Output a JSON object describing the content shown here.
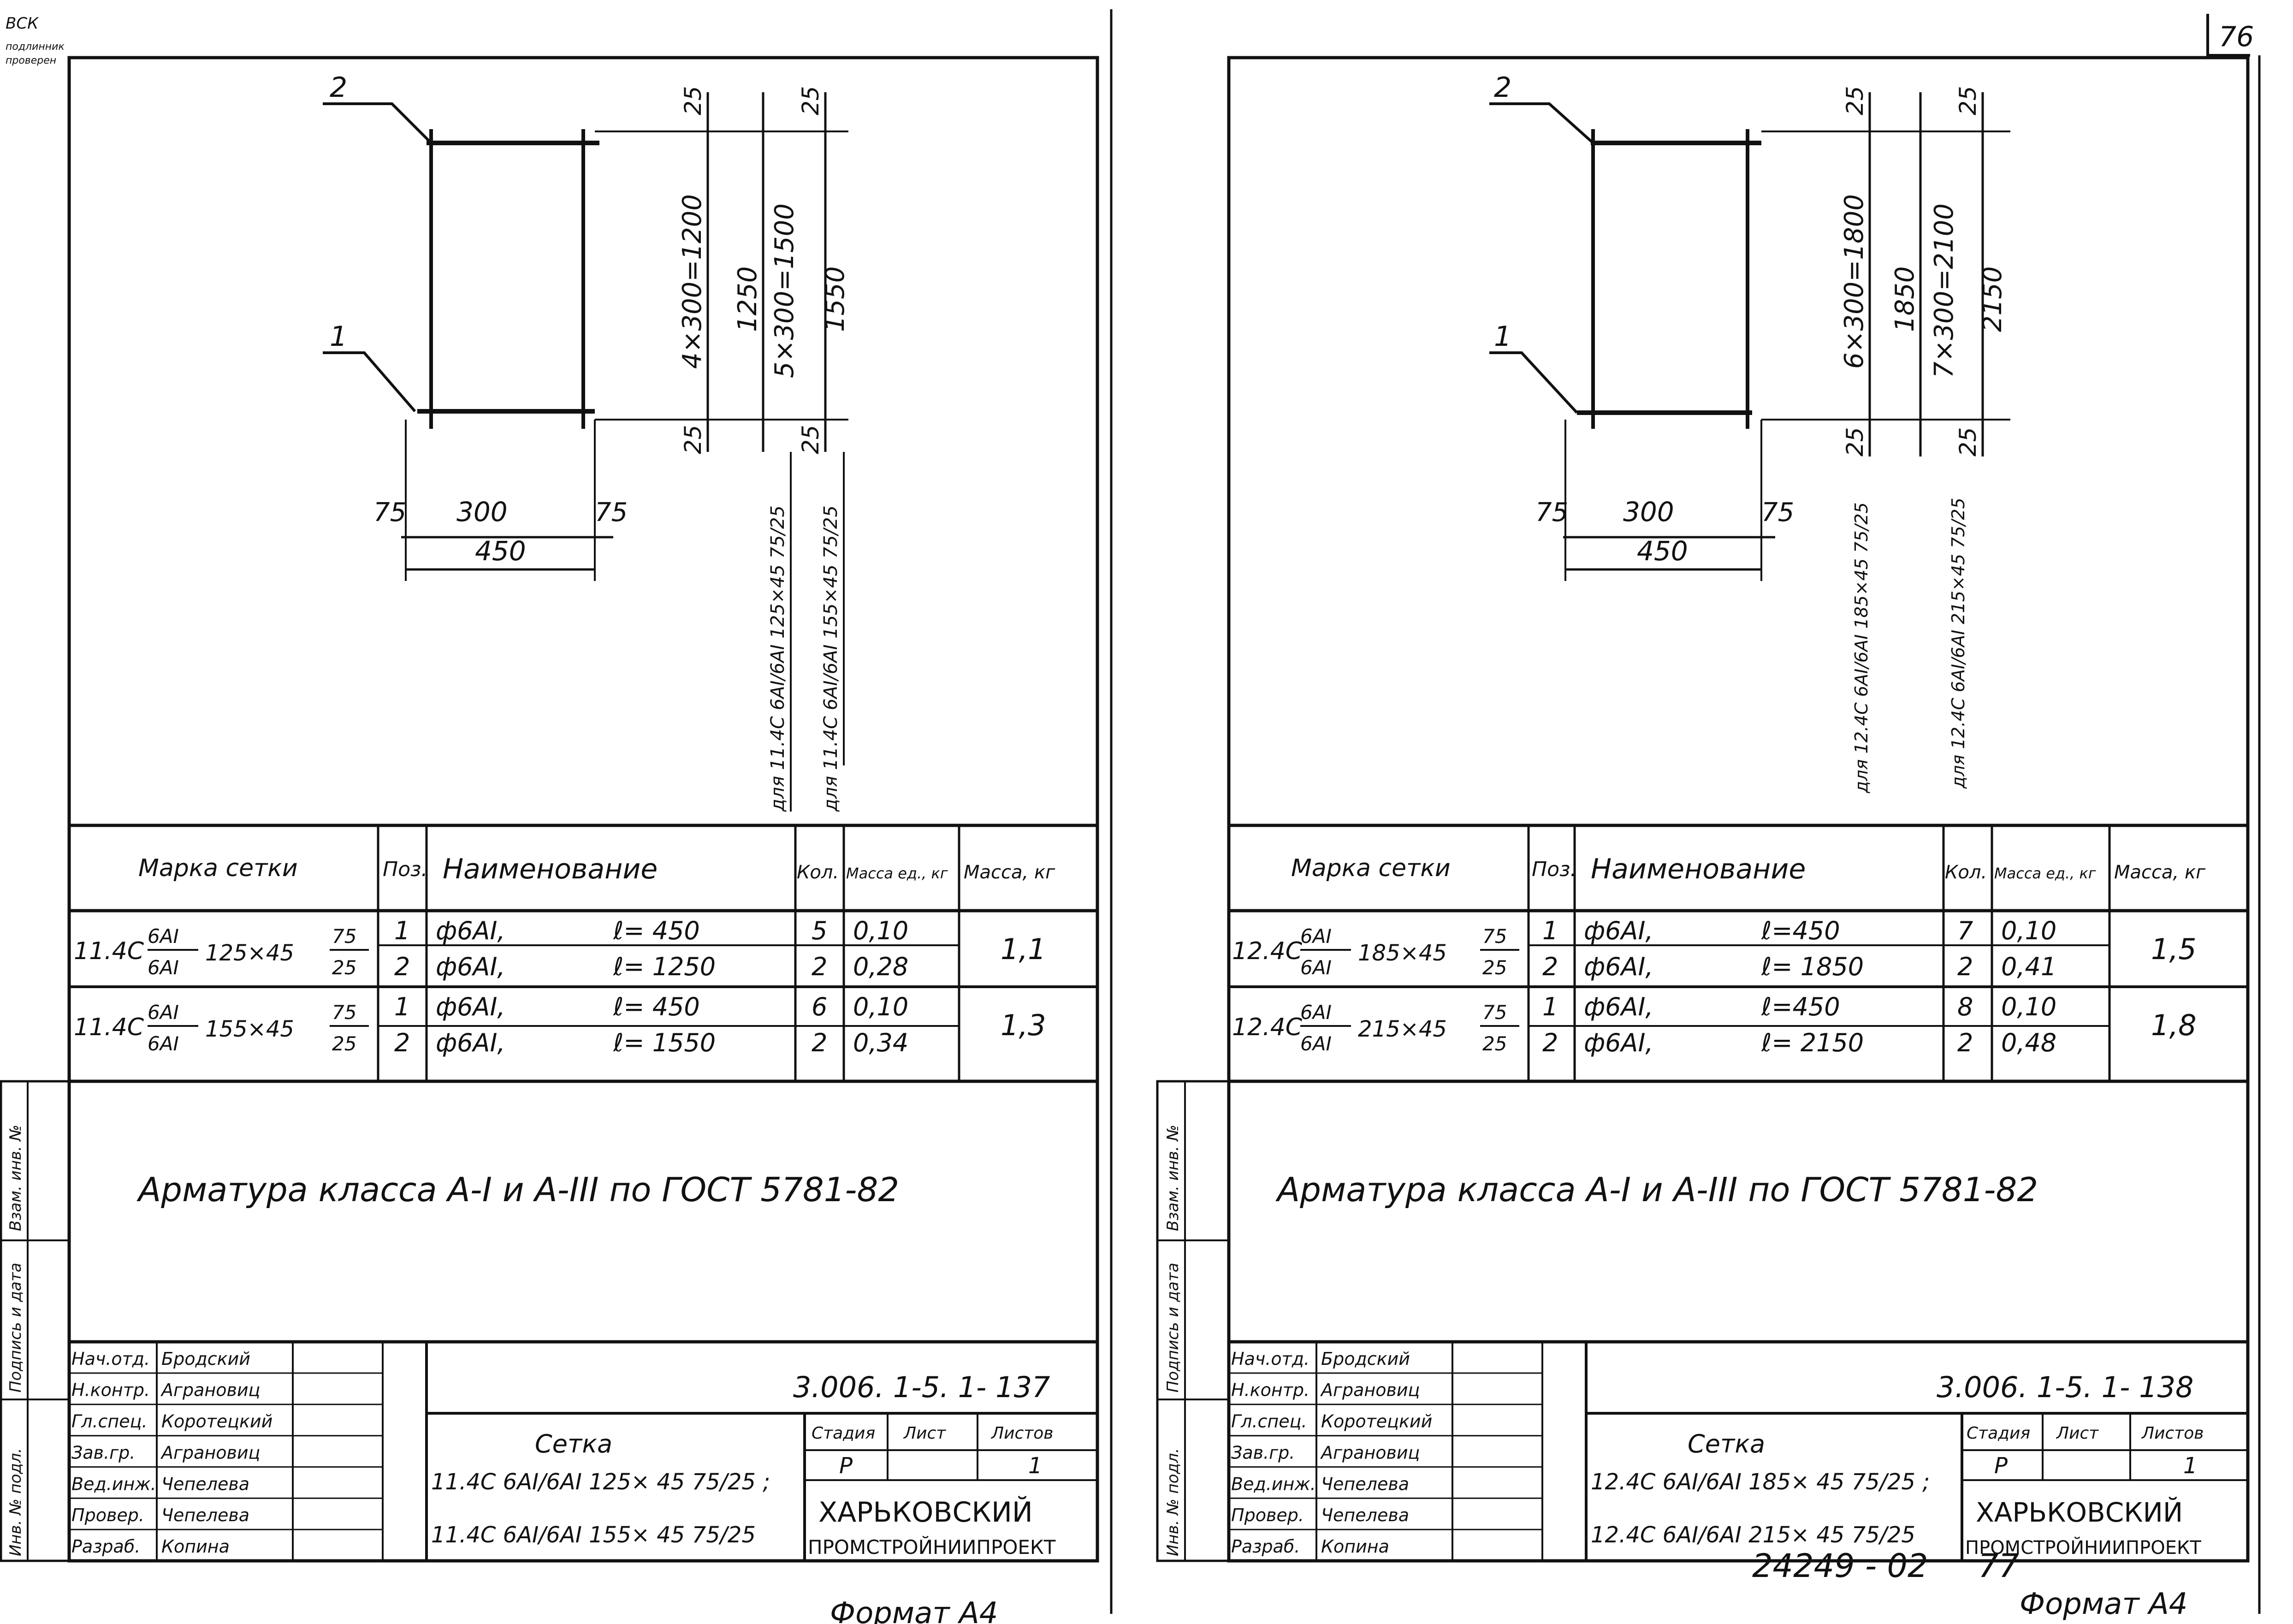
{
  "corner_stamp": [
    "ВСК",
    "подлинник",
    "проверен"
  ],
  "page_number": "76",
  "footer_number": "24249 - 02",
  "footer_page": "77",
  "format_left": "Формат А4",
  "format_right": "Формат А4",
  "left_sheet": {
    "leader_top": "2",
    "leader_bottom": "1",
    "dim_left_75": "75",
    "dim_300": "300",
    "dim_right_75": "75",
    "dim_450": "450",
    "dim_top_25a": "25",
    "dim_top_25b": "25",
    "dim_bot_25a": "25",
    "dim_bot_25b": "25",
    "dim_chain_a": "4×300=1200",
    "dim_total_a": "1250",
    "dim_chain_b": "5×300=1500",
    "dim_total_b": "1550",
    "dim_note_a": "для 11.4С 6АI/6АI 125×45 75/25",
    "dim_note_b": "для 11.4С 6АI/6АI 155×45 75/25",
    "table_head": {
      "mark": "Марка сетки",
      "pos": "Поз.",
      "name": "Наименование",
      "qty": "Кол.",
      "mass_unit": "Масса ед., кг",
      "mass": "Масса, кг"
    },
    "rows": [
      {
        "mark": "11.4С",
        "frac_top": "6АI",
        "frac_bottom": "6АI",
        "size": "125×45",
        "step_top": "75",
        "step_bottom": "25",
        "total_mass": "1,1",
        "items": [
          {
            "pos": "1",
            "name": "ф6АI,",
            "length": "ℓ= 450",
            "qty": "5",
            "unit": "0,10"
          },
          {
            "pos": "2",
            "name": "ф6АI,",
            "length": "ℓ= 1250",
            "qty": "2",
            "unit": "0,28"
          }
        ]
      },
      {
        "mark": "11.4С",
        "frac_top": "6АI",
        "frac_bottom": "6АI",
        "size": "155×45",
        "step_top": "75",
        "step_bottom": "25",
        "total_mass": "1,3",
        "items": [
          {
            "pos": "1",
            "name": "ф6АI,",
            "length": "ℓ= 450",
            "qty": "6",
            "unit": "0,10"
          },
          {
            "pos": "2",
            "name": "ф6АI,",
            "length": "ℓ= 1550",
            "qty": "2",
            "unit": "0,34"
          }
        ]
      }
    ],
    "note": "Арматура класса А-I и А-III по ГОСТ 5781-82",
    "side_labels": [
      "Взам. инв. №",
      "Подпись и дата",
      "Инв. № подл."
    ],
    "stamp": {
      "people": [
        {
          "role": "Нач.отд.",
          "name": "Бродский"
        },
        {
          "role": "Н.контр.",
          "name": "Аграновиц"
        },
        {
          "role": "Гл.спец.",
          "name": "Коротецкий"
        },
        {
          "role": "Зав.гр.",
          "name": "Аграновиц"
        },
        {
          "role": "Вед.инж.",
          "name": "Чепелева"
        },
        {
          "role": "Провер.",
          "name": "Чепелева"
        },
        {
          "role": "Разраб.",
          "name": "Копина"
        }
      ],
      "code": "3.006. 1-5. 1- 137",
      "title": "Сетка",
      "line1": "11.4С 6АI/6АI 125× 45 75/25 ;",
      "line2": "11.4С 6АI/6АI 155× 45 75/25",
      "stage_label": "Стадия",
      "sheet_label": "Лист",
      "sheets_label": "Листов",
      "stage": "Р",
      "sheets": "1",
      "org1": "ХАРЬКОВСКИЙ",
      "org2": "ПРОМСТРОЙНИИПРОЕКТ"
    }
  },
  "right_sheet": {
    "leader_top": "2",
    "leader_bottom": "1",
    "dim_left_75": "75",
    "dim_300": "300",
    "dim_right_75": "75",
    "dim_450": "450",
    "dim_top_25a": "25",
    "dim_top_25b": "25",
    "dim_bot_25a": "25",
    "dim_bot_25b": "25",
    "dim_chain_a": "6×300=1800",
    "dim_total_a": "1850",
    "dim_chain_b": "7×300=2100",
    "dim_total_b": "2150",
    "dim_note_a": "для 12.4С 6АI/6АI 185×45 75/25",
    "dim_note_b": "для 12.4С 6АI/6АI 215×45 75/25",
    "table_head": {
      "mark": "Марка сетки",
      "pos": "Поз.",
      "name": "Наименование",
      "qty": "Кол.",
      "mass_unit": "Масса ед., кг",
      "mass": "Масса, кг"
    },
    "rows": [
      {
        "mark": "12.4С",
        "frac_top": "6АI",
        "frac_bottom": "6АI",
        "size": "185×45",
        "step_top": "75",
        "step_bottom": "25",
        "total_mass": "1,5",
        "items": [
          {
            "pos": "1",
            "name": "ф6АI,",
            "length": "ℓ=450",
            "qty": "7",
            "unit": "0,10"
          },
          {
            "pos": "2",
            "name": "ф6АI,",
            "length": "ℓ= 1850",
            "qty": "2",
            "unit": "0,41"
          }
        ]
      },
      {
        "mark": "12.4С",
        "frac_top": "6АI",
        "frac_bottom": "6АI",
        "size": "215×45",
        "step_top": "75",
        "step_bottom": "25",
        "total_mass": "1,8",
        "items": [
          {
            "pos": "1",
            "name": "ф6АI,",
            "length": "ℓ=450",
            "qty": "8",
            "unit": "0,10"
          },
          {
            "pos": "2",
            "name": "ф6АI,",
            "length": "ℓ= 2150",
            "qty": "2",
            "unit": "0,48"
          }
        ]
      }
    ],
    "note": "Арматура класса А-I и А-III по ГОСТ 5781-82",
    "side_labels": [
      "Взам. инв. №",
      "Подпись и дата",
      "Инв. № подл."
    ],
    "stamp": {
      "people": [
        {
          "role": "Нач.отд.",
          "name": "Бродский"
        },
        {
          "role": "Н.контр.",
          "name": "Аграновиц"
        },
        {
          "role": "Гл.спец.",
          "name": "Коротецкий"
        },
        {
          "role": "Зав.гр.",
          "name": "Аграновиц"
        },
        {
          "role": "Вед.инж.",
          "name": "Чепелева"
        },
        {
          "role": "Провер.",
          "name": "Чепелева"
        },
        {
          "role": "Разраб.",
          "name": "Копина"
        }
      ],
      "code": "3.006. 1-5. 1- 138",
      "title": "Сетка",
      "line1": "12.4С 6АI/6АI 185× 45 75/25 ;",
      "line2": "12.4С 6АI/6АI 215× 45 75/25",
      "stage_label": "Стадия",
      "sheet_label": "Лист",
      "sheets_label": "Листов",
      "stage": "Р",
      "sheets": "1",
      "org1": "ХАРЬКОВСКИЙ",
      "org2": "ПРОМСТРОЙНИИПРОЕКТ"
    }
  }
}
